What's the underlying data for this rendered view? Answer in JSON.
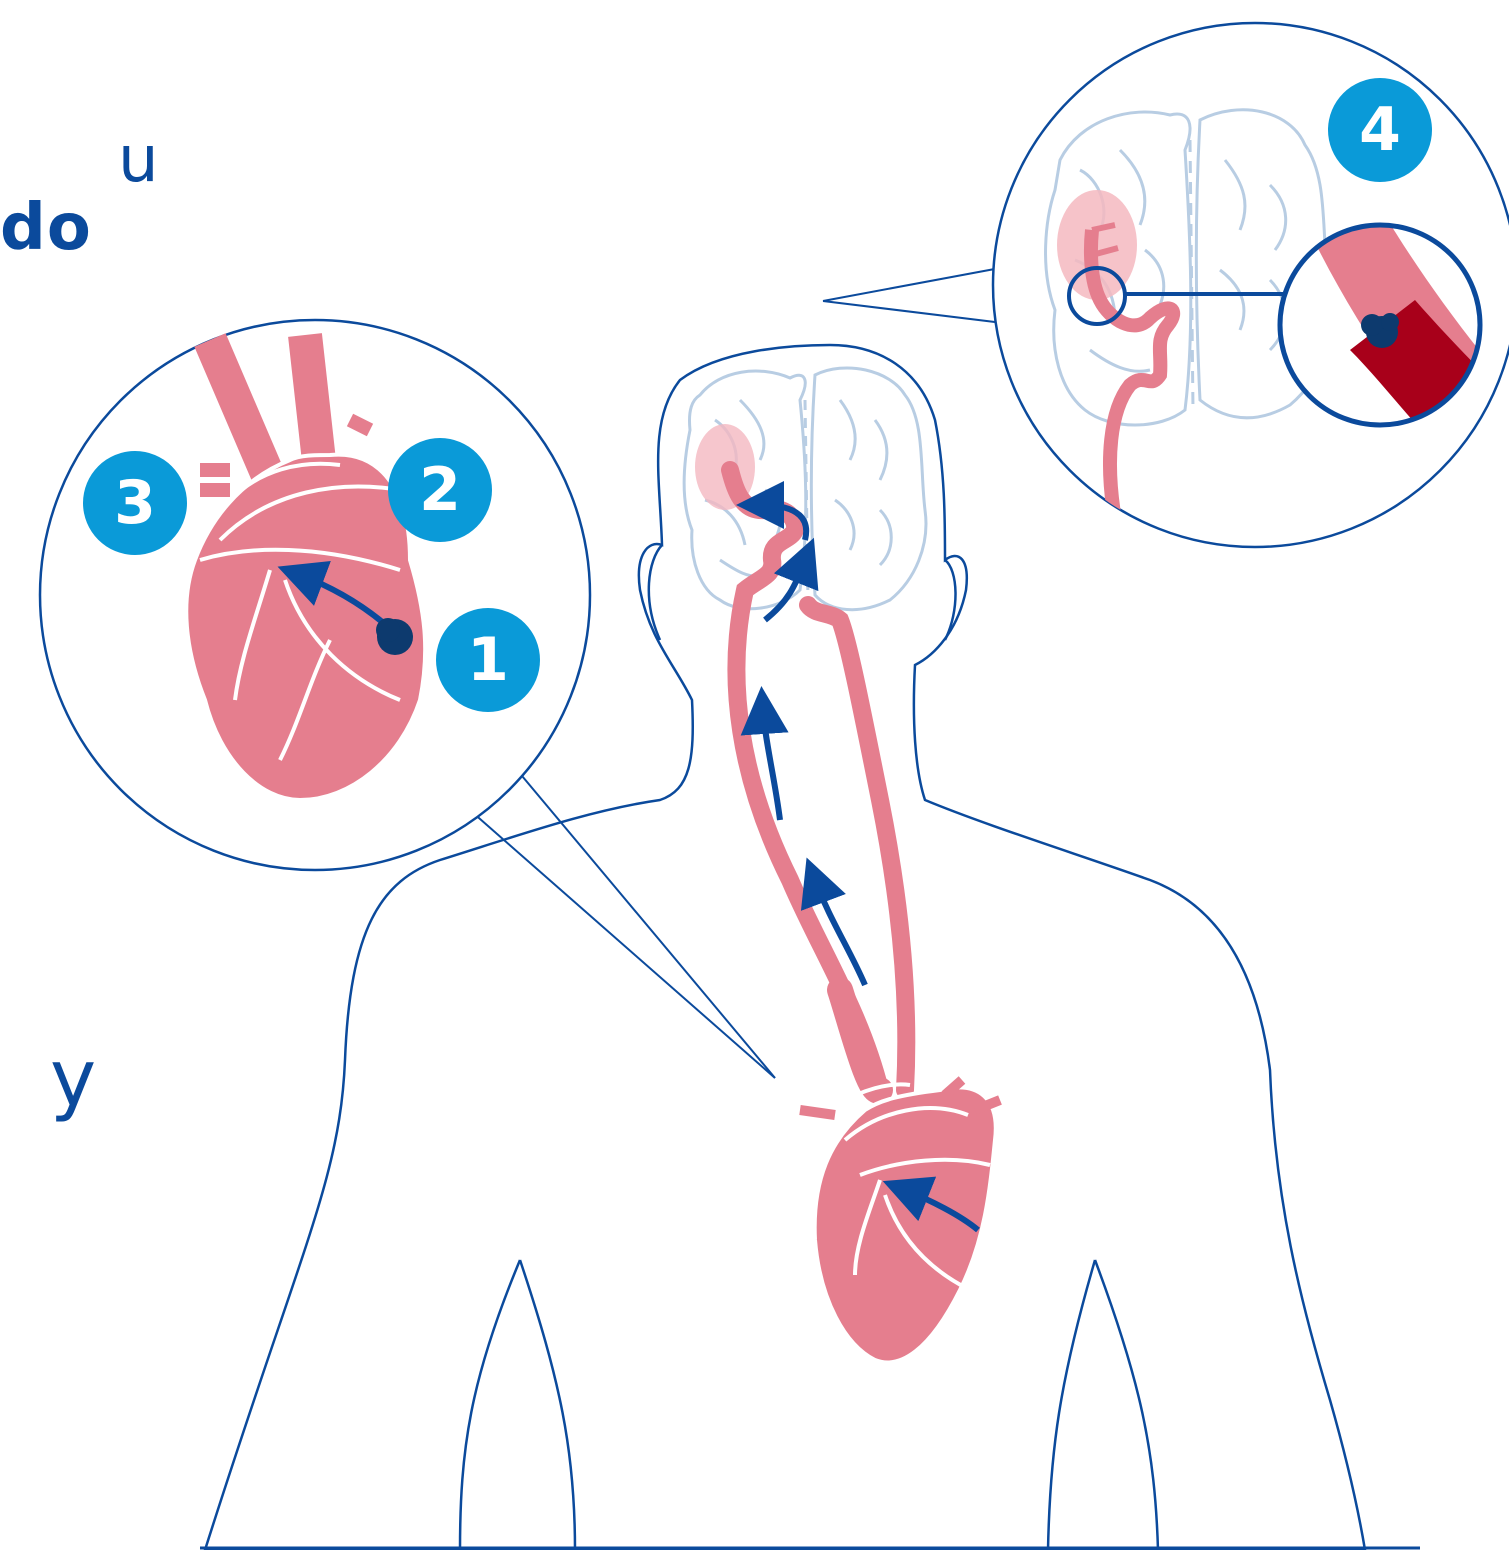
{
  "text_fragments": {
    "fragment_top": "u",
    "fragment_second": "do",
    "fragment_bottom": "y"
  },
  "badges": [
    {
      "id": "badge-1",
      "label": "1"
    },
    {
      "id": "badge-2",
      "label": "2"
    },
    {
      "id": "badge-3",
      "label": "3"
    },
    {
      "id": "badge-4",
      "label": "4"
    }
  ],
  "colors": {
    "outline": "#0b4a9c",
    "badge": "#0a9ad8",
    "vessel": "#e57e8e",
    "clot": "#0d3a6e",
    "brain_outline": "#b8cde3",
    "blocked_vessel": "#a8001a",
    "stroke_area": "#f4b8c0"
  },
  "icons": [
    "heart-icon",
    "brain-icon",
    "clot-icon",
    "flow-arrow-icon"
  ]
}
